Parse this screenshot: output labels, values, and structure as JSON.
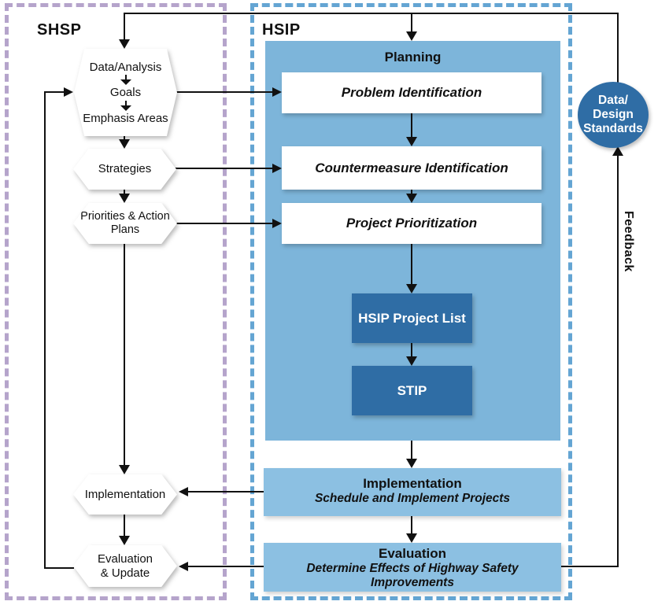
{
  "colors": {
    "shsp_border": "#b5a4cb",
    "hsip_border": "#64a5d3",
    "planning_fill": "#7db5da",
    "light_box_fill": "#8cc0e2",
    "dark_fill": "#2f6da5",
    "line": "#111111"
  },
  "shsp": {
    "label": "SHSP",
    "cluster": {
      "items": [
        "Data/Analysis",
        "Goals",
        "Emphasis Areas"
      ]
    },
    "strategies": "Strategies",
    "priorities": "Priorities & Action Plans",
    "implementation": "Implementation",
    "evaluation": "Evaluation & Update"
  },
  "hsip": {
    "label": "HSIP",
    "planning": {
      "title": "Planning",
      "steps": [
        "Problem Identification",
        "Countermeasure Identification",
        "Project Prioritization"
      ],
      "project_list": "HSIP Project List",
      "stip": "STIP"
    },
    "implementation": {
      "title": "Implementation",
      "subtitle": "Schedule and Implement Projects"
    },
    "evaluation": {
      "title": "Evaluation",
      "subtitle": "Determine Effects of Highway Safety Improvements"
    }
  },
  "feedback": {
    "standards_lines": [
      "Data/",
      "Design",
      "Standards"
    ],
    "label": "Feedback"
  }
}
